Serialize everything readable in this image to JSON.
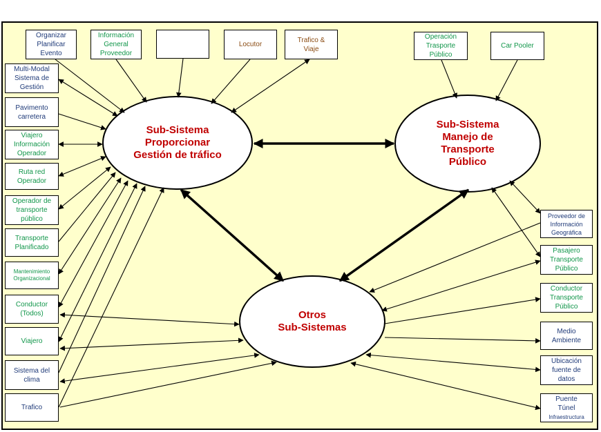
{
  "title": "",
  "subsystems": {
    "traffic": "Sub-Sistema\nProporcionar\nGestión de tráfico",
    "transit": "Sub-Sistema\nManejo de\nTransporte\nPúblico",
    "others": "Otros\nSub-Sistemas"
  },
  "top_boxes": {
    "event": "Organizar\nPlanificar\nEvento",
    "info_provider": "Información\nGeneral\nProveedor",
    "empty": "",
    "announcer": "Locutor",
    "traffic_travel": "Trafico &\nViaje",
    "transit_ops": "Operación\nTrasporte\nPúblico",
    "car_pooler": "Car Pooler"
  },
  "left_boxes": {
    "multimodal": "Multi-Modal\nSistema de\nGestión",
    "pavement": "Pavimento\ncarretera",
    "traveler_info": "Viajero\nInformación\nOperador",
    "road_network": "Ruta red\nOperador",
    "transit_operator": "Operador de\ntransporte\npúblico",
    "planned_transport": "Transporte\nPlanificado",
    "maintenance": "Mantenimiento\nOrganizacional",
    "driver": "Conductor\n(Todos)",
    "traveler": "Viajero",
    "weather": "Sistema del\nclima",
    "traffic": "Trafico"
  },
  "right_boxes": {
    "geo_provider": "Proveedor de\nInformación\nGeográfica",
    "passenger": "Pasajero\nTransporte\nPúblico",
    "transit_driver": "Conductor\nTransporte\nPúblico",
    "environment": "Medio\nAmbiente",
    "data_source": "Ubicación\nfuente de\ndatos",
    "bridge_main": "Puente\nTúnel",
    "bridge_sub": "Infraestructura"
  },
  "colors": {
    "background": "#ffffcc",
    "subsystem_text": "#c00000",
    "blue_text": "#1f3a78",
    "green_text": "#11964a",
    "brown_text": "#8a4b12"
  }
}
